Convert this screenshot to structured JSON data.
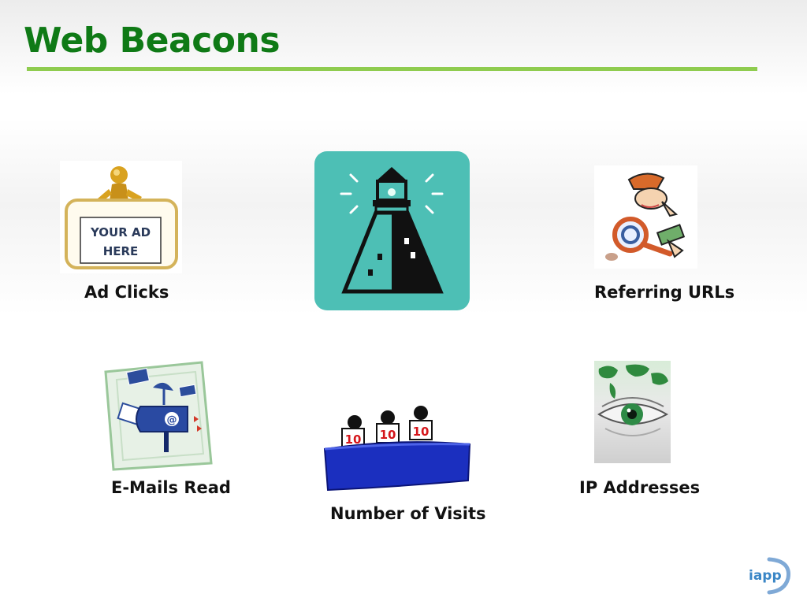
{
  "slide": {
    "title": "Web Beacons",
    "accent_color": "#0f7a16",
    "rule_color": "#8fcc4f"
  },
  "items": [
    {
      "label": "Ad Clicks",
      "icon": "ad-sign-figure-icon",
      "sign_text_line1": "YOUR AD",
      "sign_text_line2": "HERE"
    },
    {
      "label": "Referring URLs",
      "icon": "detective-magnifier-icon"
    },
    {
      "label": "E-Mails Read",
      "icon": "mailbox-satellite-icon",
      "mailbox_symbol": "@"
    },
    {
      "label": "Number of Visits",
      "icon": "judges-scorecards-icon",
      "score_cards": [
        "10",
        "10",
        "10"
      ]
    },
    {
      "label": "IP Addresses",
      "icon": "eye-world-map-icon"
    }
  ],
  "center_image": {
    "icon": "lighthouse-icon",
    "bg_color": "#4dbfb5"
  },
  "logo": {
    "text": "iapp",
    "icon": "iapp-logo-icon"
  }
}
